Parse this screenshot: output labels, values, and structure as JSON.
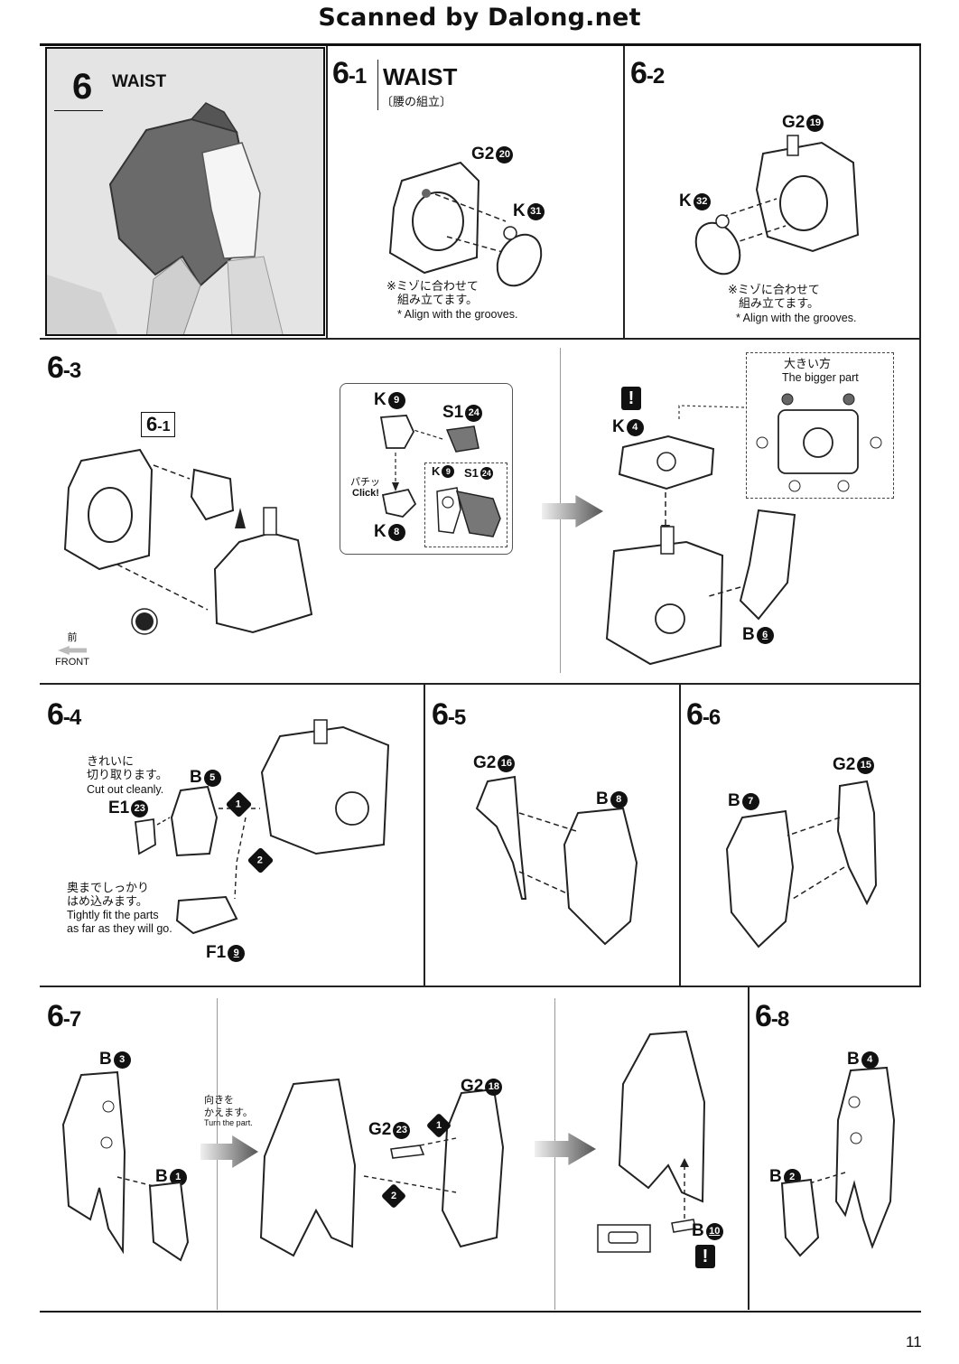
{
  "header": {
    "title": "Scanned by Dalong.net"
  },
  "page_number": "11",
  "section": {
    "num": "6",
    "word": "WAIST"
  },
  "steps": {
    "s61": {
      "num": "6",
      "sub": "-1",
      "word": "WAIST",
      "jp": "〔腰の組立〕",
      "note_jp1": "※ミゾに合わせて",
      "note_jp2": "組み立てます。",
      "note_en": "* Align with the grooves.",
      "p1": "G2",
      "p1n": "20",
      "p2": "K",
      "p2n": "31"
    },
    "s62": {
      "num": "6",
      "sub": "-2",
      "note_jp1": "※ミゾに合わせて",
      "note_jp2": "組み立てます。",
      "note_en": "* Align with the grooves.",
      "p1": "G2",
      "p1n": "19",
      "p2": "K",
      "p2n": "32"
    },
    "s63": {
      "num": "6",
      "sub": "-3",
      "ref": "6-1",
      "ref_sub": "-1",
      "ref_num": "6",
      "k9": "K",
      "k9n": "9",
      "s1": "S1",
      "s1n": "24",
      "k8": "K",
      "k8n": "8",
      "click_jp": "パチッ",
      "click_en": "Click!",
      "front_jp": "前",
      "front_en": "FRONT",
      "k4": "K",
      "k4n": "4",
      "b6": "B",
      "b6n": "6",
      "excl": "!",
      "bigger_jp": "大きい方",
      "bigger_en": "The bigger part"
    },
    "s64": {
      "num": "6",
      "sub": "-4",
      "cut_jp1": "きれいに",
      "cut_jp2": "切り取ります。",
      "cut_en": "Cut out cleanly.",
      "fit_jp1": "奥までしっかり",
      "fit_jp2": "はめ込みます。",
      "fit_en1": "Tightly fit the parts",
      "fit_en2": "as far as they will go.",
      "b5": "B",
      "b5n": "5",
      "e1": "E1",
      "e1n": "23",
      "f1": "F1",
      "f1n": "9",
      "o1": "1",
      "o2": "2"
    },
    "s65": {
      "num": "6",
      "sub": "-5",
      "g2": "G2",
      "g2n": "16",
      "b8": "B",
      "b8n": "8"
    },
    "s66": {
      "num": "6",
      "sub": "-6",
      "g2": "G2",
      "g2n": "15",
      "b7": "B",
      "b7n": "7"
    },
    "s67": {
      "num": "6",
      "sub": "-7",
      "b3": "B",
      "b3n": "3",
      "b1": "B",
      "b1n": "1",
      "turn_jp1": "向きを",
      "turn_jp2": "かえます。",
      "turn_en": "Turn the part.",
      "g218": "G2",
      "g218n": "18",
      "g223": "G2",
      "g223n": "23",
      "o1": "1",
      "o2": "2",
      "b10": "B",
      "b10n": "10",
      "excl": "!"
    },
    "s68": {
      "num": "6",
      "sub": "-8",
      "b4": "B",
      "b4n": "4",
      "b2": "B",
      "b2n": "2"
    }
  }
}
